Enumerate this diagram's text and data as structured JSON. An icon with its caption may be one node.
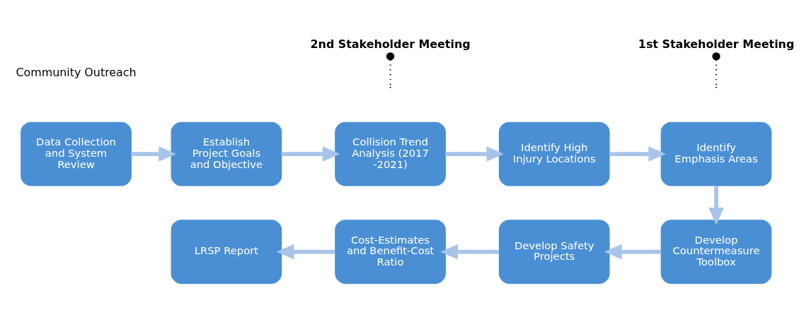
{
  "diagram": {
    "nodes": [
      {
        "text": [
          "Data Collection and System Review"
        ]
      },
      {
        "text": [
          "Establish Project Goals and Objective"
        ]
      },
      {
        "text": [
          "Collision Trend Analysis (2017 -2021)"
        ]
      },
      {
        "text": [
          "Identify High Injury Locations"
        ]
      },
      {
        "text": [
          "Identify Emphasis Areas"
        ]
      },
      {
        "text": [
          "Develop Countermeasure Toolbox"
        ]
      },
      {
        "text": [
          "Develop Safety Projects"
        ]
      },
      {
        "text": [
          "Cost-Estimates and Benefit-Cost Ratio"
        ]
      },
      {
        "text": [
          "LRSP Report"
        ]
      },
      {
        "text": [
          "1st Stakeholder Meeting"
        ]
      },
      {
        "text": [
          "2nd Stakeholder Meeting"
        ]
      }
    ],
    "edges": [
      {
        "from": 0,
        "to": 1,
        "arrow": "to"
      },
      {
        "from": 1,
        "to": 2,
        "arrow": "to"
      },
      {
        "from": 2,
        "to": 3,
        "arrow": "to"
      },
      {
        "from": 3,
        "to": 4,
        "arrow": "to"
      },
      {
        "from": 4,
        "to": 5,
        "arrow": "to"
      },
      {
        "from": 5,
        "to": 6,
        "arrow": "to"
      },
      {
        "from": 6,
        "to": 7,
        "arrow": "to"
      },
      {
        "from": 7,
        "to": 8,
        "arrow": "to"
      },
      {
        "from": 9,
        "to": null,
        "arrow": "other",
        "style": "dashed",
        "color": "#000000"
      },
      {
        "from": 10,
        "to": null,
        "arrow": "other",
        "style": "dashed",
        "color": "#000000"
      }
    ],
    "labels": [
      "Community Outreach"
    ]
  }
}
